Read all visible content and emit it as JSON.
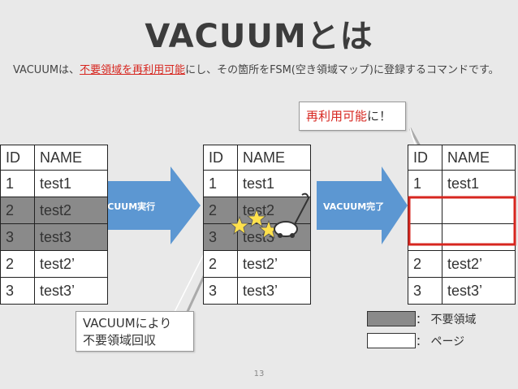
{
  "slide": {
    "title": "VACUUMとは",
    "desc_prefix": "VACUUMは、",
    "desc_highlight": "不要領域を再利用可能",
    "desc_suffix": "にし、その箇所をFSM(空き領域マップ)に登録するコマンドです。",
    "page_number": "13"
  },
  "callouts": {
    "reuse_red": "再利用可能",
    "reuse_rest": "に！",
    "vacuum_line1": "VACUUMにより",
    "vacuum_line2": "不要領域回収"
  },
  "arrows": {
    "run": "VACUUM実行",
    "done": "VACUUM完了"
  },
  "tables": {
    "header": [
      "ID",
      "NAME"
    ],
    "before": [
      [
        "1",
        "test1"
      ],
      [
        "2",
        "test2"
      ],
      [
        "3",
        "test3"
      ],
      [
        "2",
        "test2’"
      ],
      [
        "3",
        "test3’"
      ]
    ],
    "during": [
      [
        "1",
        "test1"
      ],
      [
        "2",
        "test2"
      ],
      [
        "3",
        "test3"
      ],
      [
        "2",
        "test2’"
      ],
      [
        "3",
        "test3’"
      ]
    ],
    "after": [
      [
        "1",
        "test1"
      ],
      [
        "",
        ""
      ],
      [
        "",
        ""
      ],
      [
        "2",
        "test2’"
      ],
      [
        "3",
        "test3’"
      ]
    ]
  },
  "legend": {
    "dead": "： 不要領域",
    "page": "： ページ"
  },
  "colors": {
    "accent_red": "#d7261f",
    "arrow_blue": "#4f8fcf",
    "dead_gray": "#8a8a8a",
    "star_yellow": "#ffe14d"
  },
  "icons": [
    "star-icon",
    "vacuum-cleaner-icon",
    "arrow-right-icon"
  ]
}
